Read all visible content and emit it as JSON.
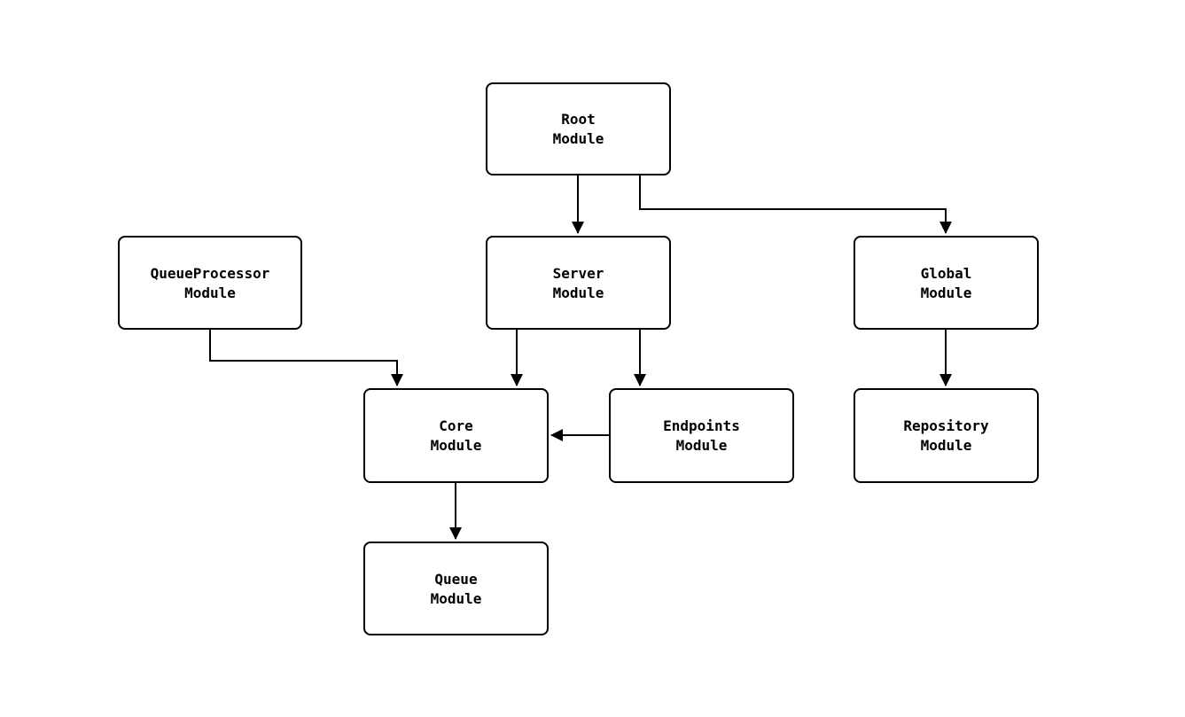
{
  "background_color": "#ffffff",
  "line_color": "#000000",
  "diagram": {
    "type": "module-dependency-graph",
    "nodes": [
      {
        "id": "root-module",
        "line1": "Root",
        "line2": "Module"
      },
      {
        "id": "queueprocessor-module",
        "line1": "QueueProcessor",
        "line2": "Module"
      },
      {
        "id": "server-module",
        "line1": "Server",
        "line2": "Module"
      },
      {
        "id": "global-module",
        "line1": "Global",
        "line2": "Module"
      },
      {
        "id": "core-module",
        "line1": "Core",
        "line2": "Module"
      },
      {
        "id": "endpoints-module",
        "line1": "Endpoints",
        "line2": "Module"
      },
      {
        "id": "repository-module",
        "line1": "Repository",
        "line2": "Module"
      },
      {
        "id": "queue-module",
        "line1": "Queue",
        "line2": "Module"
      }
    ],
    "edges": [
      {
        "from": "root-module",
        "to": "server-module"
      },
      {
        "from": "root-module",
        "to": "global-module"
      },
      {
        "from": "queueprocessor-module",
        "to": "core-module"
      },
      {
        "from": "server-module",
        "to": "core-module"
      },
      {
        "from": "server-module",
        "to": "endpoints-module"
      },
      {
        "from": "endpoints-module",
        "to": "core-module"
      },
      {
        "from": "global-module",
        "to": "repository-module"
      },
      {
        "from": "core-module",
        "to": "queue-module"
      }
    ]
  }
}
